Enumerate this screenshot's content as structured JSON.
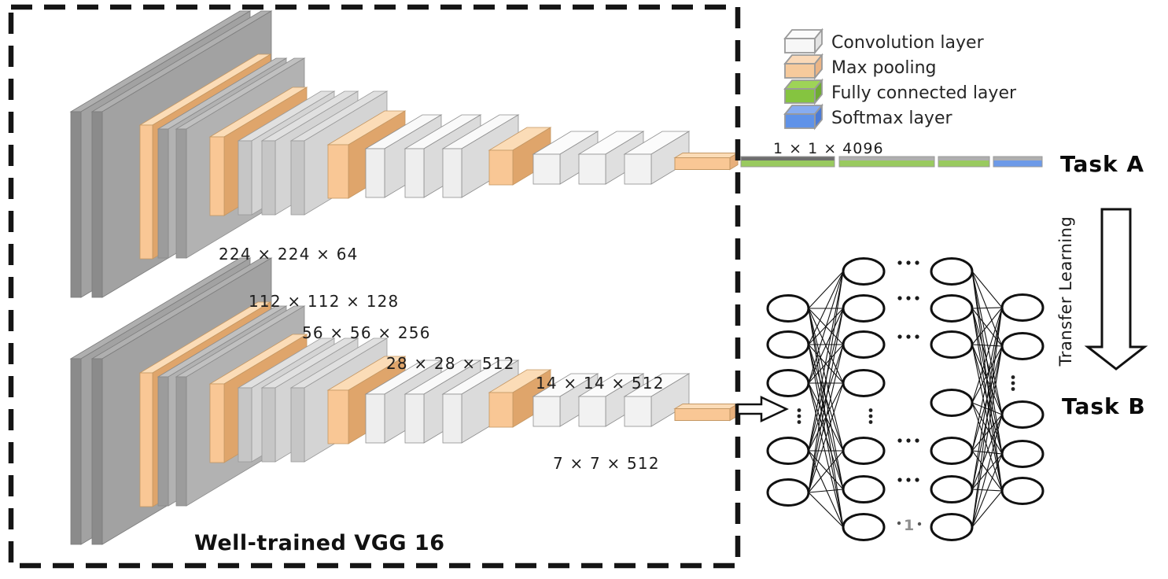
{
  "legend": {
    "items": [
      {
        "id": "conv",
        "label": "Convolution layer",
        "front": "#F7F7F7",
        "top": "#FBFBFB",
        "side": "#E3E3E3"
      },
      {
        "id": "pool",
        "label": "Max pooling",
        "front": "#F6CA9C",
        "top": "#FAD9B8",
        "side": "#EBB586"
      },
      {
        "id": "fc",
        "label": "Fully connected layer",
        "front": "#85C440",
        "top": "#9ED457",
        "side": "#6FAB33"
      },
      {
        "id": "softmax",
        "label": "Softmax layer",
        "front": "#5F92E8",
        "top": "#87ACF0",
        "side": "#4C7BD6"
      }
    ]
  },
  "vgg": {
    "caption": "Well-trained VGG 16",
    "dimension_labels": [
      "224 × 224 × 64",
      "112 × 112 × 128",
      "56 × 56 × 256",
      "28 × 28 × 512",
      "14 × 14 × 512",
      "7 × 7 × 512"
    ],
    "blocks": [
      {
        "convs": 2,
        "pool_before": false
      },
      {
        "convs": 2,
        "pool_before": true
      },
      {
        "convs": 3,
        "pool_before": true
      },
      {
        "convs": 3,
        "pool_before": true
      },
      {
        "convs": 3,
        "pool_before": true
      }
    ],
    "output_pool_bar": true,
    "stacks": 2
  },
  "fc": {
    "label": "1 × 1 × 4096",
    "layers": [
      "fc",
      "fc",
      "fc",
      "softmax"
    ]
  },
  "tasks": {
    "a": "Task A",
    "b": "Task B"
  },
  "transfer_label": "Transfer Learning",
  "nn": {
    "column_sizes": [
      5,
      7,
      7,
      5
    ],
    "one_label": "1"
  },
  "colors": {
    "conv_dark_front": "#8B8B8B",
    "conv_light_front": "#F2F2F2",
    "pool_front": "#F9C795",
    "fc_bar_green": "#99CA5F",
    "softmax_bar_blue": "#6D9AE8",
    "bar_top_gray": "#AFAFAF",
    "bar_top_dark": "#6E6E6E",
    "line_black": "#111111"
  }
}
